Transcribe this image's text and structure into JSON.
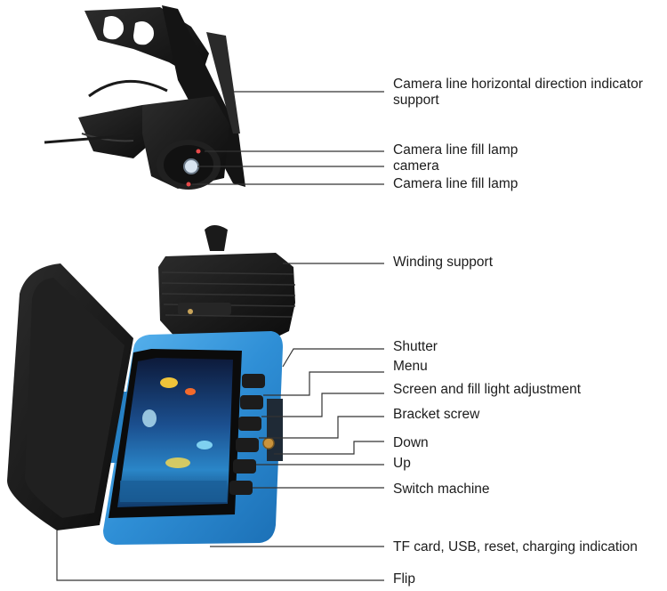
{
  "labels": {
    "horizontal_support": "Camera line horizontal direction indicator support",
    "fill_lamp_top": "Camera line fill lamp",
    "camera": "camera",
    "fill_lamp_bottom": "Camera line fill lamp",
    "winding_support": "Winding support",
    "shutter": "Shutter",
    "menu": "Menu",
    "screen_fill_light": "Screen and fill light adjustment",
    "bracket_screw": "Bracket screw",
    "down": "Down",
    "up": "Up",
    "switch_machine": "Switch machine",
    "tf_card": "TF card, USB, reset, charging indication",
    "flip": "Flip"
  },
  "colors": {
    "device_blue": "#2f8fd6",
    "device_black": "#1a1a1a",
    "leader_line": "#333333",
    "text": "#1c1c1c"
  }
}
